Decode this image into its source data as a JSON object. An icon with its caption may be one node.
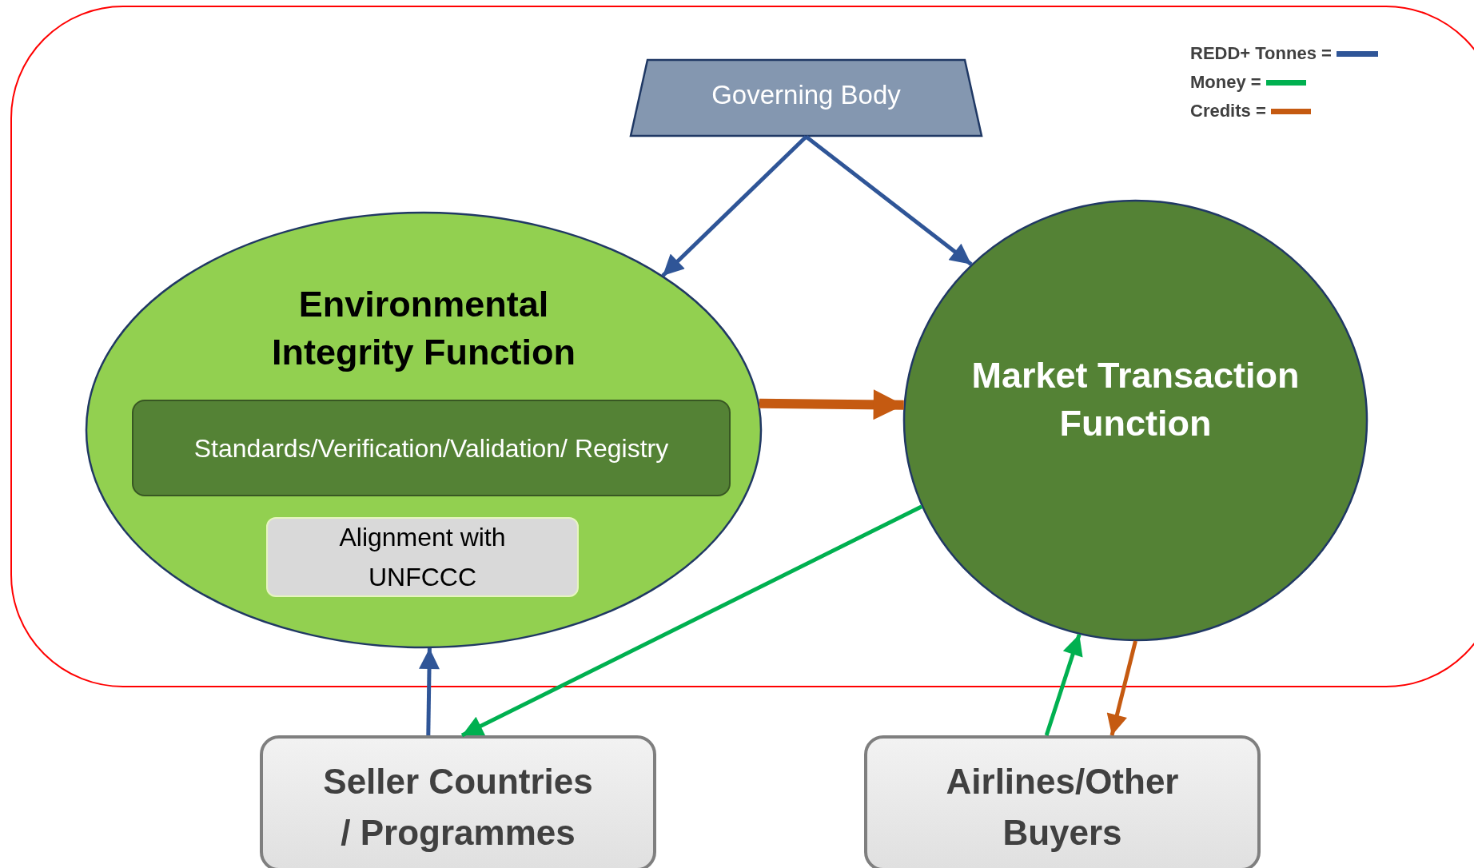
{
  "diagram": {
    "nodes": [
      {
        "text": [
          "Governing Body"
        ]
      },
      {
        "text": [
          "Environmental Integrity Function"
        ]
      },
      {
        "text": [
          "Standards/Verification/Validation/ Registry"
        ],
        "in": 1
      },
      {
        "text": [
          "Alignment with UNFCCC"
        ],
        "in": 1
      },
      {
        "text": [
          "Market Transaction Function"
        ]
      },
      {
        "text": [
          "Seller Countries / Programmes"
        ]
      },
      {
        "text": [
          "Airlines/Other Buyers"
        ]
      }
    ],
    "edges": [
      {
        "from": 0,
        "to": 1,
        "arrow": "to",
        "color": "#2f5597"
      },
      {
        "from": 0,
        "to": 4,
        "arrow": "to",
        "color": "#2f5597"
      },
      {
        "from": 1,
        "to": 4,
        "arrow": "to",
        "style": "thick",
        "color": "#c55a11"
      },
      {
        "from": 5,
        "to": 1,
        "arrow": "to",
        "color": "#2f5597"
      },
      {
        "from": 4,
        "to": 5,
        "arrow": "to",
        "color": "#00b050"
      },
      {
        "from": 6,
        "to": 4,
        "arrow": "to",
        "color": "#00b050"
      },
      {
        "from": 4,
        "to": 6,
        "arrow": "to",
        "color": "#c55a11"
      }
    ],
    "legend": [
      {
        "text": "REDD+ Tonnes =",
        "color": "#2f5597"
      },
      {
        "text": "Money =",
        "color": "#00b050"
      },
      {
        "text": "Credits =",
        "color": "#c55a11"
      }
    ]
  }
}
